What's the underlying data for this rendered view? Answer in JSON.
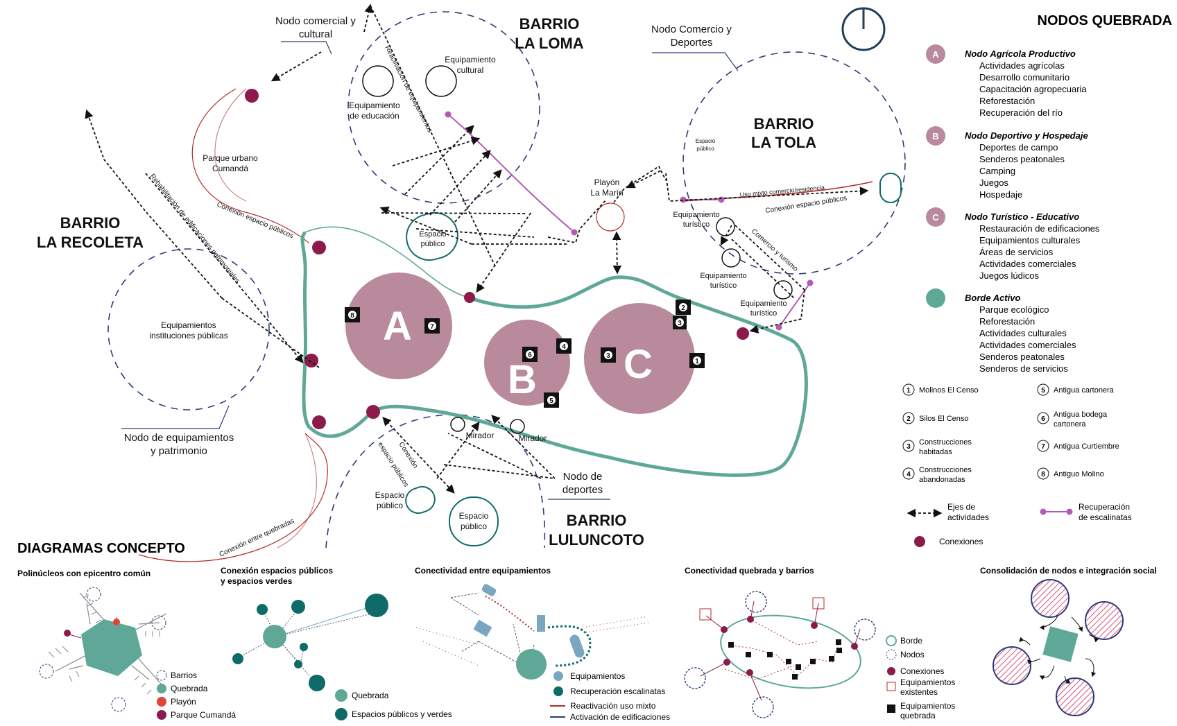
{
  "colors": {
    "teal": "#5fa898",
    "nodePink": "#b88a9c",
    "magenta": "#8c1a4b",
    "navy": "#2a3b7a",
    "purple": "#b35bb5",
    "red": "#b32a2a",
    "lightBlue": "#7aa6c2",
    "darkTeal": "#0f6b68",
    "orangeRed": "#e0453a"
  },
  "barrios": {
    "loma": [
      "BARRIO",
      "LA LOMA"
    ],
    "tola": [
      "BARRIO",
      "LA TOLA"
    ],
    "recoleta": [
      "BARRIO",
      "LA RECOLETA"
    ],
    "luluncoto": [
      "BARRIO",
      "LULUNCOTO"
    ]
  },
  "nodes": {
    "A": "A",
    "B": "B",
    "C": "C"
  },
  "labels": {
    "nodo_comercial": [
      "Nodo comercial y",
      "cultural"
    ],
    "nodo_comercio_deportes": [
      "Nodo Comercio y",
      "Deportes"
    ],
    "nodo_equipamientos": [
      "Nodo de equipamientos",
      "y patrimonio"
    ],
    "nodo_deportes": [
      "Nodo de",
      "deportes"
    ],
    "equip_cultural": [
      "Equipamiento",
      "cultural"
    ],
    "equip_educacion": [
      "Equipamiento",
      "de educación"
    ],
    "reactivacion": "Reactivación de equipamientos",
    "parque_urbano": [
      "Parque urbano",
      "Cumandá"
    ],
    "conexion_espacio_publicos": "Conexión espacio públicos",
    "rehabilitacion": "Rehabilitación de edificaciones patrimoniales",
    "equip_instituciones": [
      "Equipamientos",
      "instituciones públicas"
    ],
    "espacio_publico_loma": [
      "Espacio",
      "público"
    ],
    "playon": [
      "Playón",
      "La Marín"
    ],
    "espacio_publico_tola": [
      "Espacio",
      "público"
    ],
    "uso_mixto": "Uso mixto comercio/residencia",
    "conexion_espacio_publicos_tola": "Conexión espacio públicos",
    "equip_turistico_1": [
      "Equipamiento",
      "turístico"
    ],
    "equip_turistico_2": [
      "Equipamiento",
      "turístico"
    ],
    "equip_turistico_3": [
      "Equipamiento",
      "turístico"
    ],
    "comercio_turismo": "Comercio y turismo",
    "mirador_1": "Mirador",
    "mirador_2": "Mirador",
    "conexion_ep_lulun": [
      "Conexión",
      "espacio públicos"
    ],
    "espacio_publico_l1": [
      "Espacio",
      "público"
    ],
    "espacio_publico_l2": [
      "Espacio",
      "público"
    ],
    "conexion_quebradas": "Conexión entre quebradas"
  },
  "legend": {
    "title": "NODOS QUEBRADA",
    "groups": [
      {
        "badge": "A",
        "title": "Nodo Agrícola Productivo",
        "items": [
          "Actividades agrícolas",
          "Desarrollo comunitario",
          "Capacitación agropecuaria",
          "Reforestación",
          "Recuperación del río"
        ]
      },
      {
        "badge": "B",
        "title": "Nodo Deportivo y Hospedaje",
        "items": [
          "Deportes de campo",
          "Senderos peatonales",
          "Camping",
          "Juegos",
          "Hospedaje"
        ]
      },
      {
        "badge": "C",
        "title": "Nodo Turístico - Educativo",
        "items": [
          "Restauración de edificaciones",
          "Equipamientos culturales",
          "Áreas de servicios",
          "Actividades comerciales",
          "Juegos lúdicos"
        ]
      },
      {
        "badge": "",
        "title": "Borde Activo",
        "items": [
          "Parque ecológico",
          "Reforestación",
          "Actividades culturales",
          "Actividades comerciales",
          "Senderos peatonales",
          "Senderos de servicios"
        ]
      }
    ],
    "numbered_left": [
      {
        "n": "1",
        "text": [
          "Molinos El Censo"
        ]
      },
      {
        "n": "2",
        "text": [
          "Silos El Censo"
        ]
      },
      {
        "n": "3",
        "text": [
          "Construcciones",
          "habitadas"
        ]
      },
      {
        "n": "4",
        "text": [
          "Construcciones",
          "abandonadas"
        ]
      }
    ],
    "numbered_right": [
      {
        "n": "5",
        "text": [
          "Antigua cartonera"
        ]
      },
      {
        "n": "6",
        "text": [
          "Antigua bodega",
          "cartonera"
        ]
      },
      {
        "n": "7",
        "text": [
          "Antigua Curtiembre"
        ]
      },
      {
        "n": "8",
        "text": [
          "Antiguo Molino"
        ]
      }
    ],
    "ejes": [
      "Ejes de",
      "actividades"
    ],
    "recuperacion": [
      "Recuperación",
      "de escalinatas"
    ],
    "conexiones": "Conexiones"
  },
  "concept": {
    "title": "DIAGRAMAS CONCEPTO",
    "d1": {
      "title": "Polinúcleos con epicentro común",
      "legend": [
        "Barrios",
        "Quebrada",
        "Playón",
        "Parque Cumandá"
      ]
    },
    "d2": {
      "title": [
        "Conexión espacios públicos",
        "y espacios verdes"
      ],
      "legend": [
        "Quebrada",
        "Espacios públicos y verdes"
      ]
    },
    "d3": {
      "title": "Conectividad entre equipamientos",
      "legend": [
        "Equipamientos",
        "Recuperación escalinatas",
        "Reactivación uso mixto",
        "Activación de edificaciones"
      ]
    },
    "d4": {
      "title": "Conectividad quebrada y barrios",
      "legend": [
        "Borde",
        "Nodos",
        "Conexiones",
        [
          "Equipamientos",
          "existentes"
        ],
        [
          "Equipamientos",
          "quebrada"
        ]
      ]
    },
    "d5": {
      "title": "Consolidación de nodos e integración social"
    }
  }
}
